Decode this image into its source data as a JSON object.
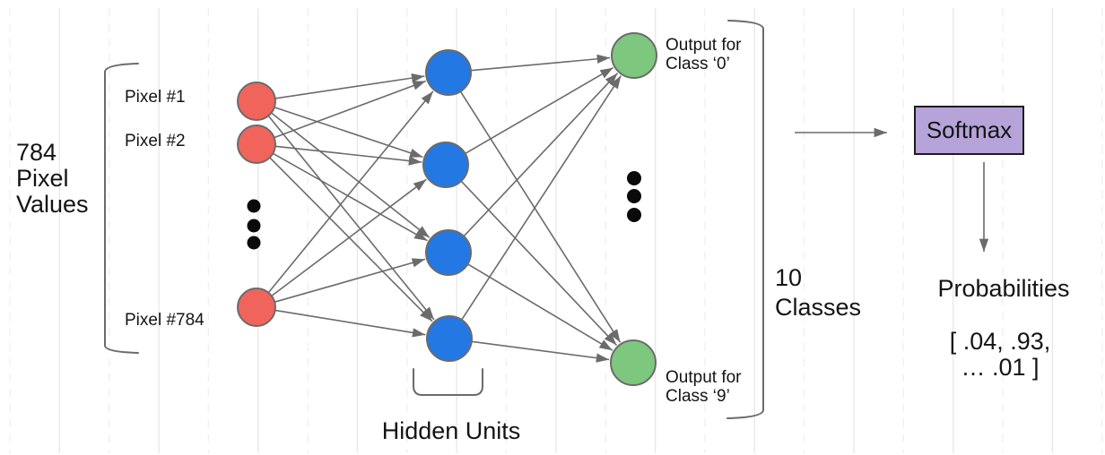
{
  "colors": {
    "input_node": "#f1645c",
    "hidden_node": "#2478e4",
    "output_node": "#7ec77e",
    "softmax_fill": "#b6a3d9",
    "edge": "#6b6b6b",
    "grid_solid": "#e9e9e9",
    "grid_dashed": "#f2eff1"
  },
  "input_layer": {
    "bracket_label": "784\nPixel\nValues",
    "node_labels": [
      "Pixel #1",
      "Pixel #2",
      "Pixel #784"
    ]
  },
  "hidden_layer": {
    "label": "Hidden Units"
  },
  "output_layer": {
    "top_node_label": "Output for\nClass ‘0’",
    "bottom_node_label": "Output for\nClass ‘9’",
    "bracket_label": "10\nClasses"
  },
  "softmax": {
    "label": "Softmax"
  },
  "result": {
    "label": "Probabilities",
    "vector": "[ .04, .93, … .01 ]"
  }
}
